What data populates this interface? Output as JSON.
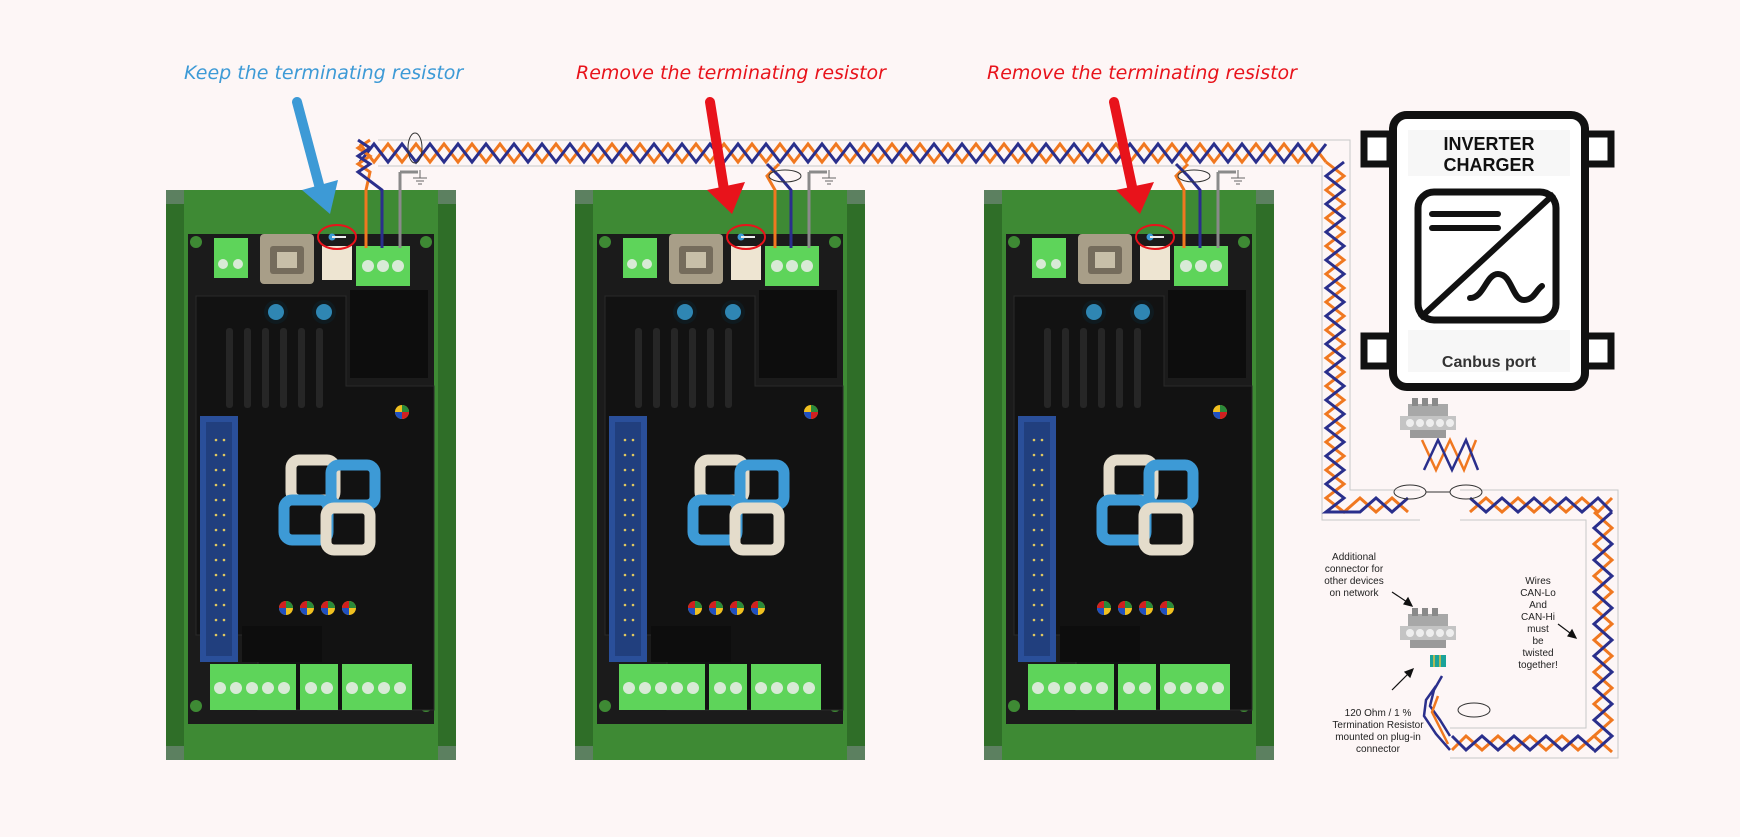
{
  "captions": {
    "board1": "Keep the terminating resistor",
    "board2": "Remove the terminating resistor",
    "board3": "Remove the terminating resistor"
  },
  "inverter": {
    "title_line1": "INVERTER",
    "title_line2": "CHARGER",
    "port_label": "Canbus port"
  },
  "notes": {
    "additional_connector": "Additional\nconnector for\nother devices\non network",
    "wires": "Wires\nCAN-Lo\nAnd\nCAN-Hi\nmust\nbe\ntwisted\ntogether!",
    "termination": "120 Ohm / 1 %\nTermination Resistor\nmounted on plug-in\nconnector"
  },
  "colors": {
    "keep": "#3d9ad6",
    "remove": "#e8131b",
    "can_lo": "#f07820",
    "can_hi": "#2a2f8c",
    "board_green": "#3e8a34",
    "terminal_green": "#5ed45a",
    "pcb_black": "#1b1b1b",
    "ribbon_blue": "#2a4f9a",
    "logo_blue": "#3d9ad6",
    "logo_cream": "#e4dccb",
    "background": "#fdf6f6"
  },
  "icons": [
    "arrow-icon",
    "ground-icon",
    "usb-port-icon",
    "led-icon",
    "inverter-symbol-icon",
    "db9-connector-icon",
    "resistor-icon"
  ]
}
